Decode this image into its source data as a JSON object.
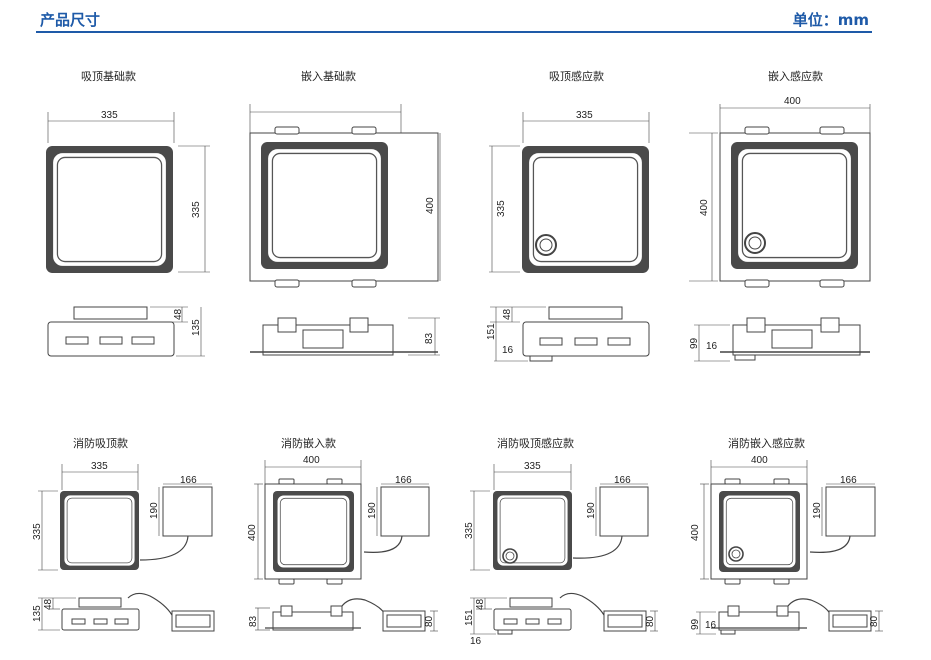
{
  "header": {
    "title": "产品尺寸",
    "unit": "单位：mm"
  },
  "products": [
    {
      "caption": "吸顶基础款",
      "width": "335",
      "height": "335",
      "side_h1": "48",
      "side_h2": "135"
    },
    {
      "caption": "嵌入基础款",
      "width": "",
      "height": "400",
      "side_h1": "83"
    },
    {
      "caption": "吸顶感应款",
      "width": "335",
      "height": "335",
      "side_h1": "48",
      "side_h2": "151",
      "side_w": "16"
    },
    {
      "caption": "嵌入感应款",
      "width": "400",
      "height": "400",
      "side_h1": "99",
      "side_w": "16"
    },
    {
      "caption": "消防吸顶款",
      "width": "335",
      "height": "335",
      "box_w": "166",
      "box_h": "190",
      "side_h1": "48",
      "side_h2": "135"
    },
    {
      "caption": "消防嵌入款",
      "width": "400",
      "height": "400",
      "box_w": "166",
      "box_h": "190",
      "side_h1": "83",
      "box_side_h": "80"
    },
    {
      "caption": "消防吸顶感应款",
      "width": "335",
      "height": "335",
      "box_w": "166",
      "box_h": "190",
      "side_h1": "48",
      "side_h2": "151",
      "side_w": "16",
      "box_side_h": "80"
    },
    {
      "caption": "消防嵌入感应款",
      "width": "400",
      "height": "400",
      "box_w": "166",
      "box_h": "190",
      "side_h1": "99",
      "side_w": "16",
      "box_side_h": "80"
    }
  ]
}
